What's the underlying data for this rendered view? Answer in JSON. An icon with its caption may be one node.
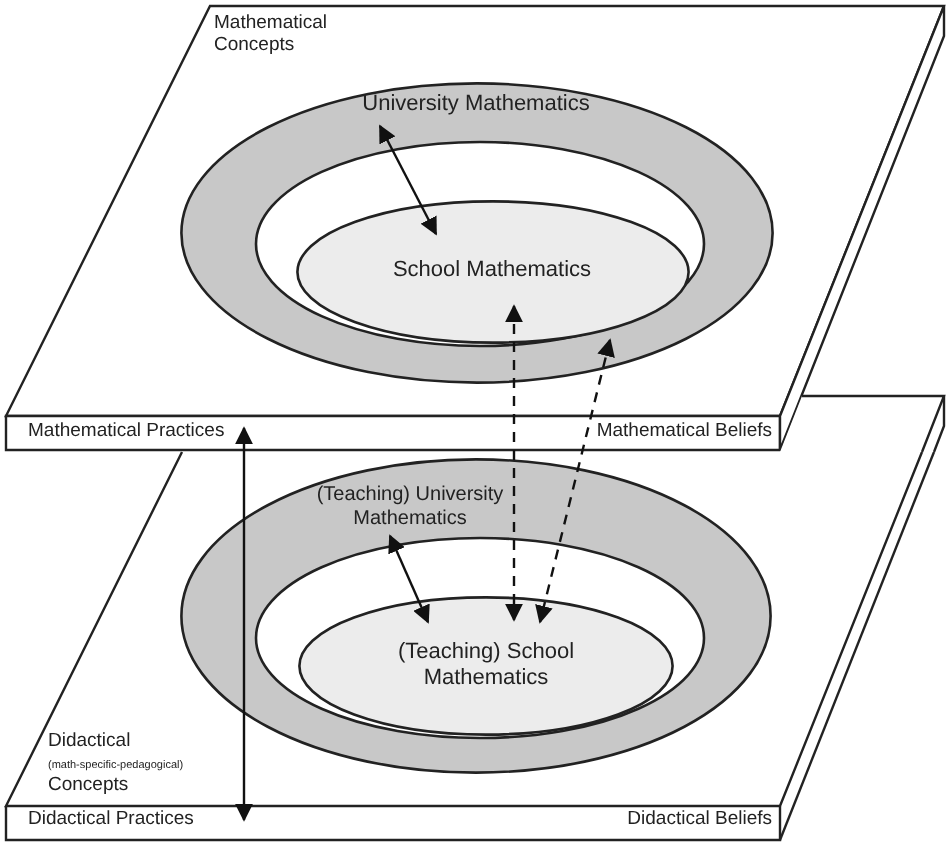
{
  "diagram": {
    "nodes": [
      {
        "text": [
          "Mathematical Concepts",
          "Mathematical Practices",
          "Mathematical Beliefs"
        ]
      },
      {
        "text": [
          "University Mathematics"
        ],
        "in": 0
      },
      {
        "text": [
          "School Mathematics"
        ],
        "in": 1
      },
      {
        "text": [
          "Didactical $_{(math-specific-pedagogical)}$ Concepts",
          "Didactical Practices",
          "Didactical Beliefs"
        ]
      },
      {
        "text": [
          "(Teaching) University Mathematics"
        ],
        "in": 3
      },
      {
        "text": [
          "(Teaching) School Mathematics"
        ],
        "in": 4
      }
    ],
    "edges": [
      {
        "from": 1,
        "to": 2,
        "arrow": "both"
      },
      {
        "from": 4,
        "to": 5,
        "arrow": "both"
      },
      {
        "from": 0,
        "to": 3,
        "arrow": "both"
      },
      {
        "from": 2,
        "to": 5,
        "arrow": "both",
        "style": "dashed"
      },
      {
        "from": 1,
        "to": 5,
        "arrow": "both",
        "style": "dashed"
      }
    ]
  }
}
